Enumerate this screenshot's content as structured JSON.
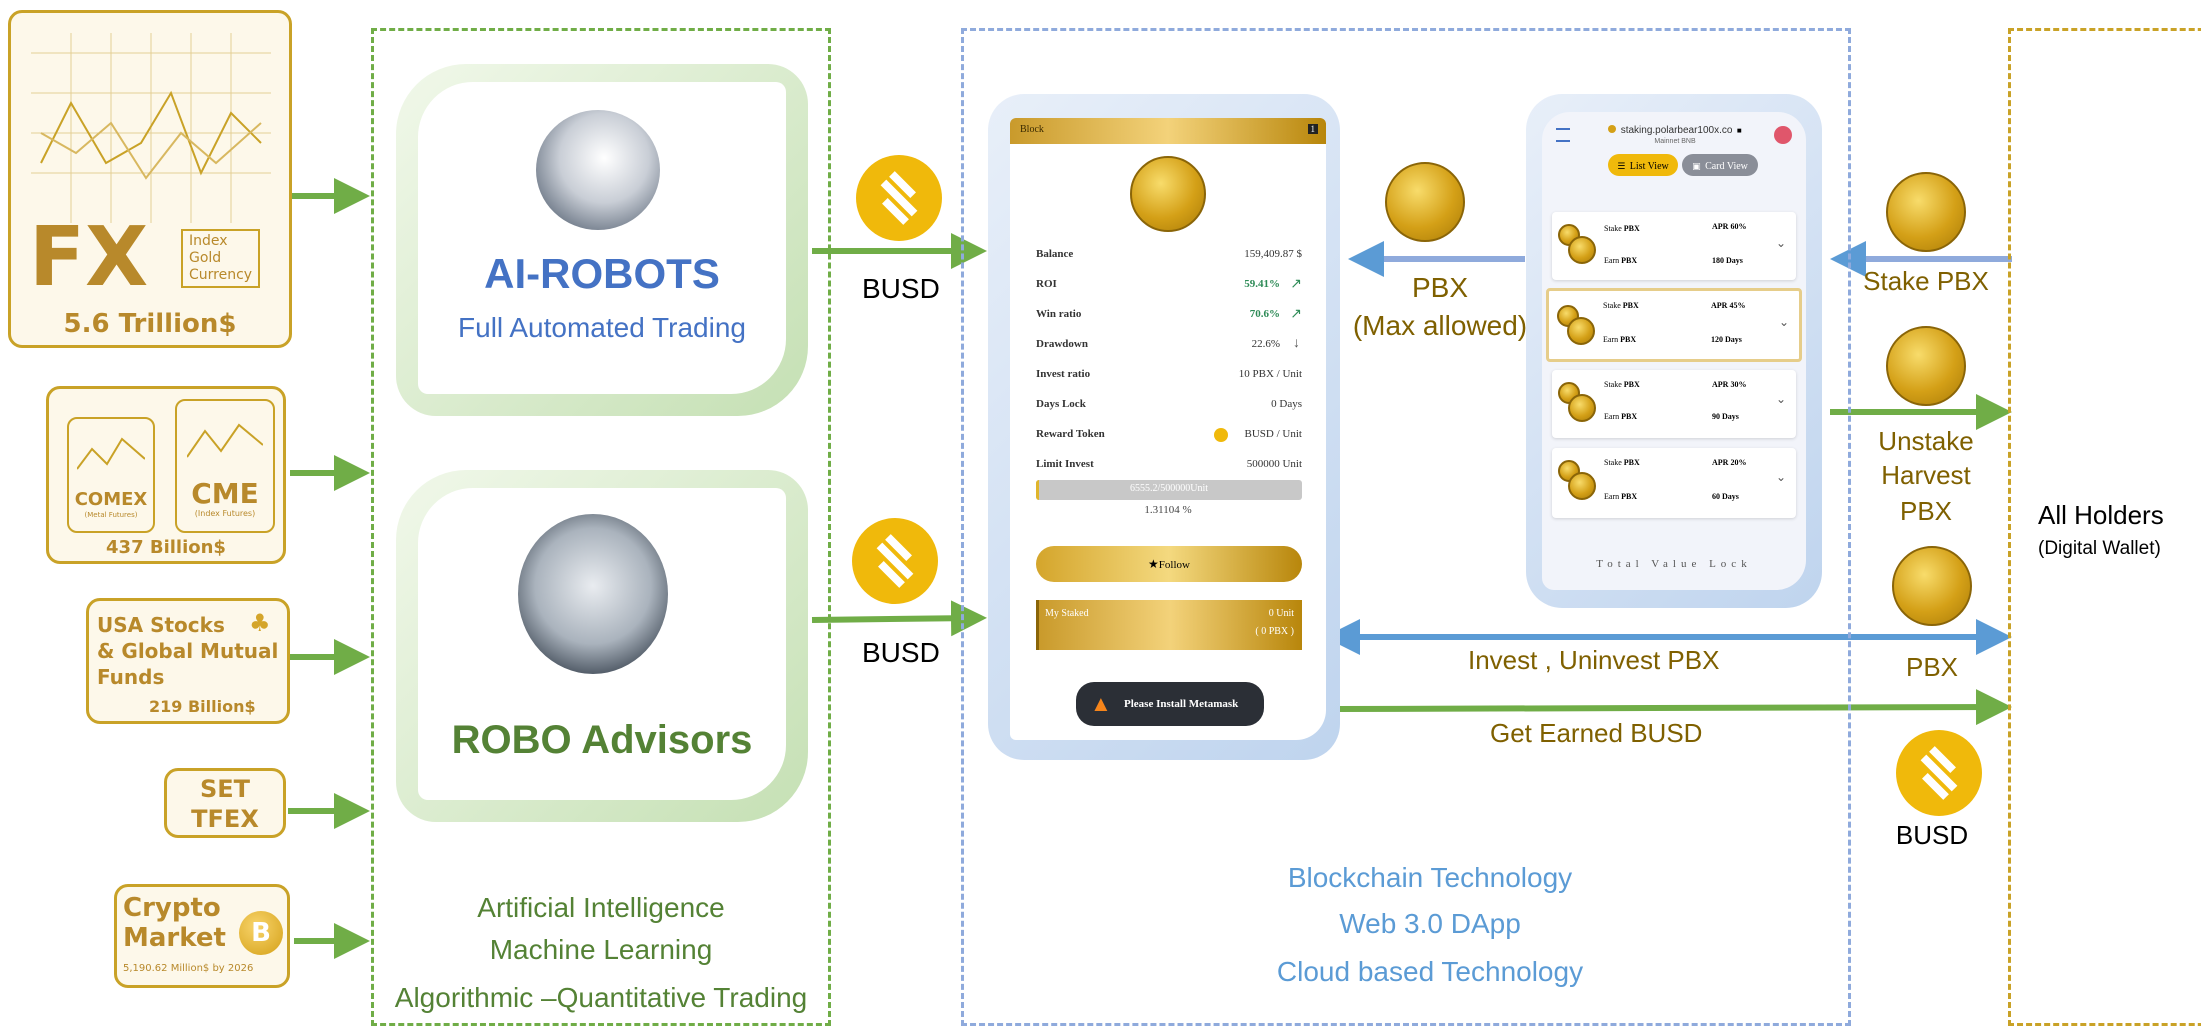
{
  "markets": {
    "fx": {
      "big": "FX",
      "sub1": "Index",
      "sub2": "Gold",
      "sub3": "Currency",
      "value": "5.6 Trillion$"
    },
    "comex": {
      "name": "COMEX",
      "sub": "(Metal Futures)"
    },
    "cme": {
      "name": "CME",
      "sub": "(Index Futures)"
    },
    "futures_value": "437 Billion$",
    "usa": {
      "line1": "USA Stocks",
      "line2": "& Global Mutual",
      "line3": "Funds",
      "value": "219 Billion$"
    },
    "set": {
      "line1": "SET",
      "line2": "TFEX"
    },
    "crypto": {
      "line1": "Crypto",
      "line2": "Market",
      "value": "5,190.62 Million$ by 2026"
    }
  },
  "ai_region": {
    "robots_title": "AI-ROBOTS",
    "robots_sub": "Full Automated Trading",
    "advisors_title": "ROBO Advisors",
    "footer1": "Artificial Intelligence",
    "footer2": "Machine Learning",
    "footer3": "Algorithmic –Quantitative Trading"
  },
  "flows": {
    "busd_top": "BUSD",
    "busd_bottom": "BUSD",
    "pbx_label1": "PBX",
    "pbx_label2": "(Max allowed)",
    "invest": "Invest , Uninvest PBX",
    "earned": "Get Earned BUSD",
    "stake": "Stake PBX",
    "unstake1": "Unstake",
    "unstake2": "Harvest",
    "unstake3": "PBX",
    "pbx_right": "PBX",
    "busd_right": "BUSD"
  },
  "dapp_detail": {
    "header": "Block",
    "badge": "1",
    "rows": [
      {
        "k": "Balance",
        "v": "159,409.87 $"
      },
      {
        "k": "ROI",
        "v": "59.41%"
      },
      {
        "k": "Win ratio",
        "v": "70.6%"
      },
      {
        "k": "Drawdown",
        "v": "22.6%"
      },
      {
        "k": "Invest ratio",
        "v": "10 PBX / Unit"
      },
      {
        "k": "Days Lock",
        "v": "0 Days"
      },
      {
        "k": "Reward Token",
        "v": "BUSD / Unit"
      },
      {
        "k": "Limit Invest",
        "v": "500000 Unit"
      }
    ],
    "progress_text": "6555.2/500000Unit",
    "progress_fraction": 0.0131104,
    "percent": "1.31104 %",
    "follow": "Follow",
    "my_staked": "My Staked",
    "staked_units": "0 Unit",
    "staked_pbx": "( 0 PBX )",
    "metamask": "Please Install Metamask"
  },
  "dapp_staking": {
    "url": "staking.polarbear100x.co",
    "network": "Mainnet BNB",
    "list_view": "List View",
    "card_view": "Card View",
    "pools": [
      {
        "stake": "Stake",
        "earn": "Earn",
        "token": "PBX",
        "apr": "APR 60%",
        "days": "180 Days"
      },
      {
        "stake": "Stake",
        "earn": "Earn",
        "token": "PBX",
        "apr": "APR 45%",
        "days": "120 Days"
      },
      {
        "stake": "Stake",
        "earn": "Earn",
        "token": "PBX",
        "apr": "APR 30%",
        "days": "90 Days"
      },
      {
        "stake": "Stake",
        "earn": "Earn",
        "token": "PBX",
        "apr": "APR 20%",
        "days": "60 Days"
      }
    ],
    "tvl": "Total Value Lock"
  },
  "blockchain": {
    "line1": "Blockchain Technology",
    "line2": "Web 3.0 DApp",
    "line3": "Cloud based Technology"
  },
  "holders": {
    "title": "All Holders",
    "sub": "(Digital Wallet)"
  },
  "colors": {
    "green": "#70ad47",
    "blue": "#5b9bd5",
    "gold": "#c9a227",
    "olive": "#7f6000",
    "busd": "#f0b90b"
  }
}
